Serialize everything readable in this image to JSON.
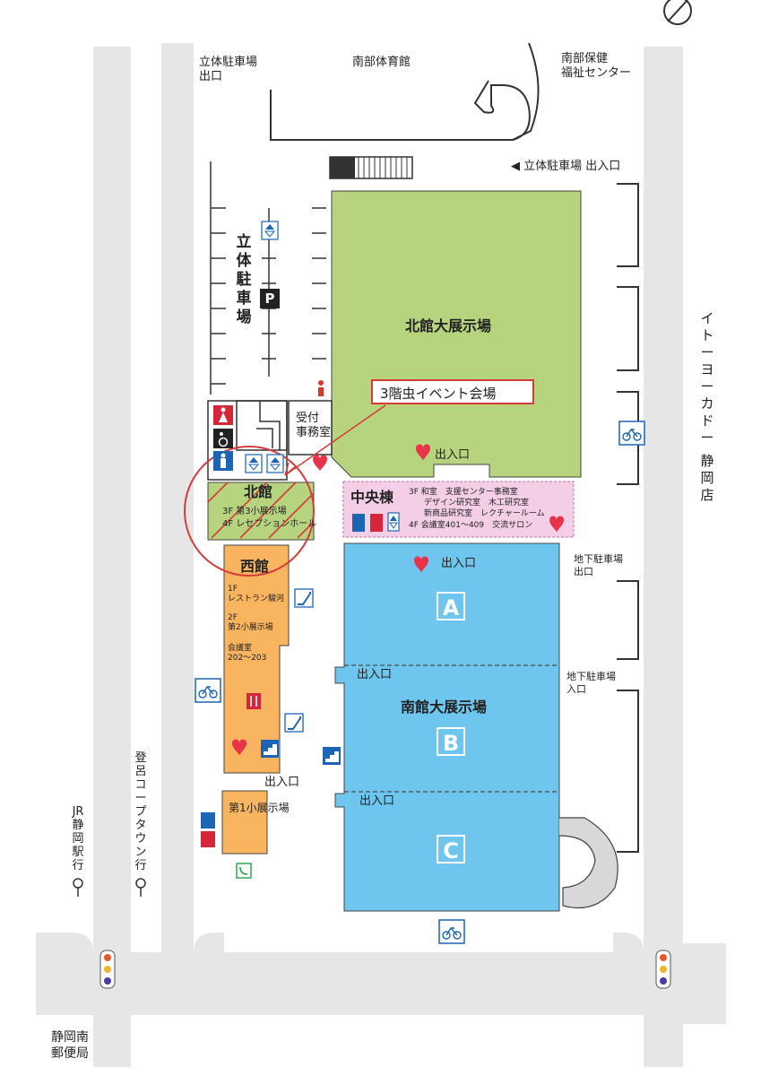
{
  "labels": {
    "parking_exit": [
      "立体駐車場",
      "出口"
    ],
    "gym": "南部体育館",
    "welfare_center": [
      "南部保健",
      "福祉センター"
    ],
    "parking_entrance": "◀ 立体駐車場 出入口",
    "parking_vertical": "立体駐車場",
    "north_hall": "北館大展示場",
    "callout": "3階虫イベント会場",
    "reception": [
      "受付",
      "事務室"
    ],
    "north_entrance": "出入口",
    "kitakan_title": "北館",
    "kitakan_3f": "3F 第3小展示場",
    "kitakan_4f": "4F レセプションホール",
    "chuo_title": "中央棟",
    "chuo_3f_lines": [
      "3F 和室　支援センター事務室",
      "デザイン研究室　木工研究室",
      "新商品研究室　レクチャールーム"
    ],
    "chuo_4f": "4F 会議室401～409　交流サロン",
    "nishikan_title": "西館",
    "nishikan_1f": [
      "1F",
      "レストラン駿河"
    ],
    "nishikan_2f": [
      "2F",
      "第2小展示場"
    ],
    "nishikan_room": [
      "会議室",
      "202～203"
    ],
    "south_top_entrance": "出入口",
    "south_mid_entrance1": "出入口",
    "south_mid_entrance2": "出入口",
    "south_hall": "南館大展示場",
    "zone_a": "A",
    "zone_b": "B",
    "zone_c": "C",
    "underground_exit": [
      "地下駐車場",
      "出口"
    ],
    "underground_entrance": [
      "地下駐車場",
      "入口"
    ],
    "west_entrance": "出入口",
    "small_hall_1": "第1小展示場",
    "station_text": "JR静岡駅行",
    "coop_text": "登呂コープタウン行",
    "ito_yokado": "イトーヨーカドー",
    "shizuoka_store": "静岡店",
    "post_office": [
      "静岡南",
      "郵便局"
    ],
    "parking_p": "P",
    "info_i": "i"
  },
  "colors": {
    "north_green": "#b6d47d",
    "south_blue": "#6ec6ef",
    "west_orange": "#f8b45f",
    "center_pink": "#f3cee6",
    "road_gray": "#e6e6e6",
    "callout_red": "#d63a3a",
    "aed_red": "#e8334a",
    "restroom_male": "#1c64b4",
    "restroom_female": "#d6263a"
  },
  "icons": [
    "elevator-icon",
    "parking-icon",
    "info-icon",
    "restroom-icon",
    "accessible-restroom-icon",
    "aed-icon",
    "escalator-icon",
    "stairs-icon",
    "bicycle-icon",
    "phone-icon",
    "bus-stop-icon",
    "traffic-light-icon",
    "compass-icon"
  ]
}
